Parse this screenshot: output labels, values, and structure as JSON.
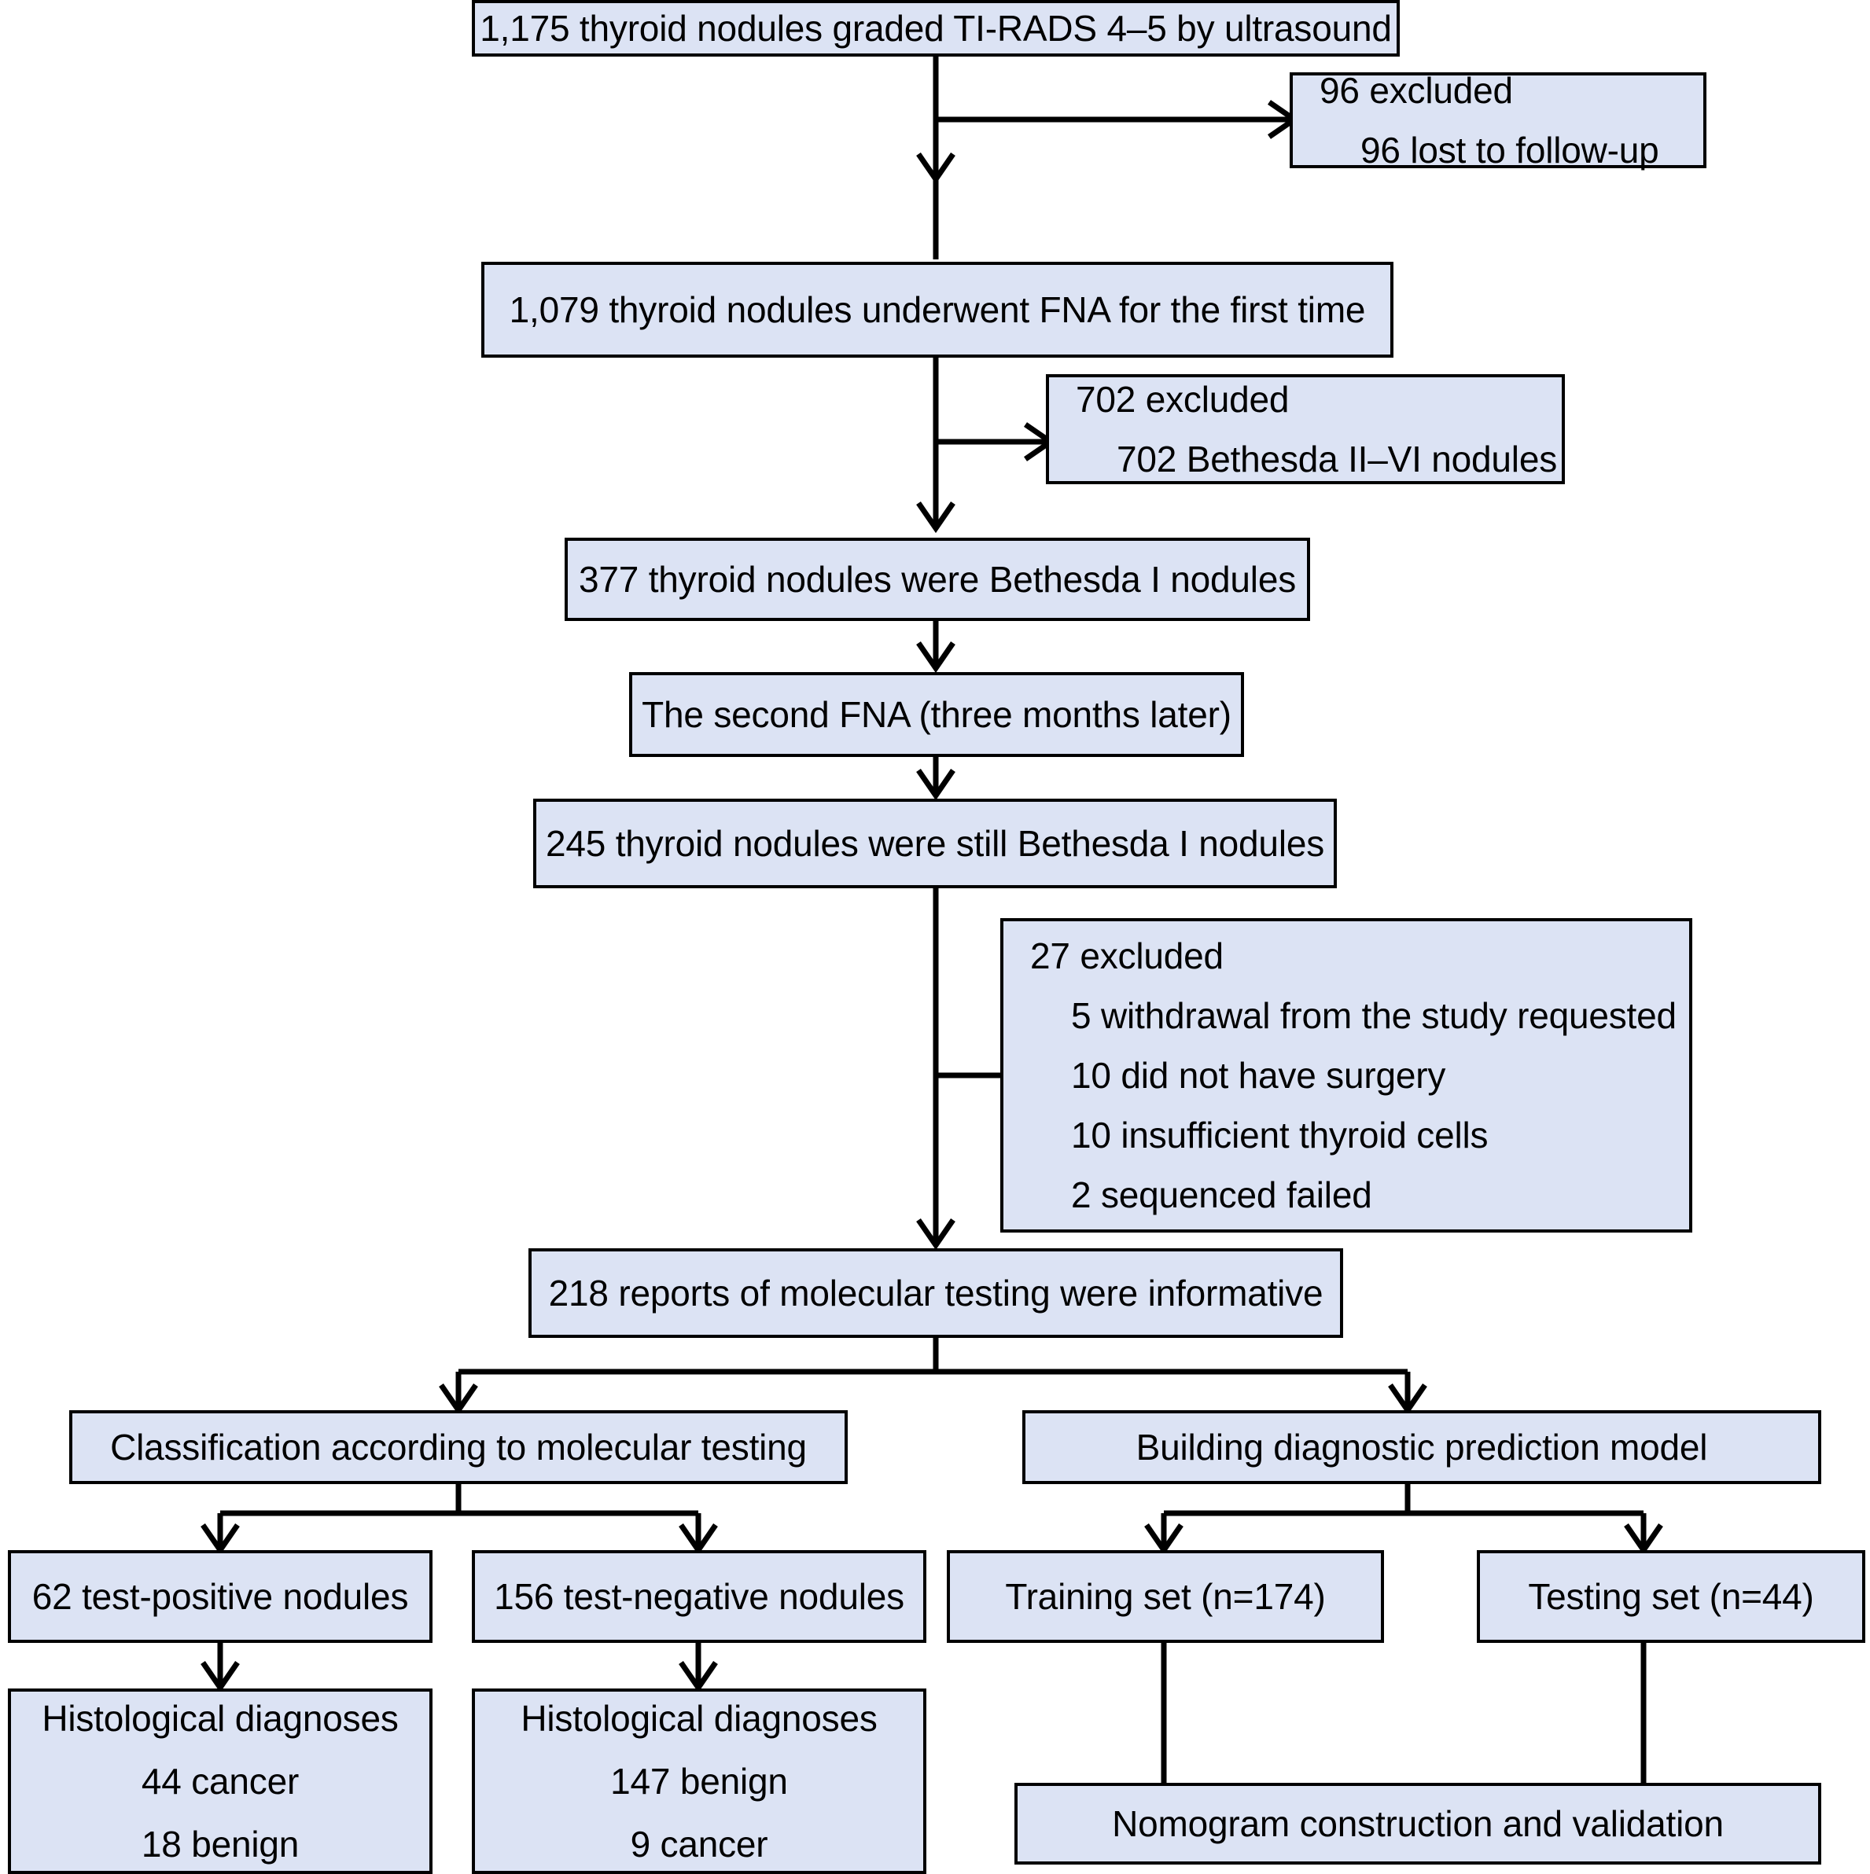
{
  "diagram": {
    "title": "Study flow diagram of thyroid nodule selection and molecular testing",
    "type": "flowchart",
    "box_fill_color": "#dce3f4",
    "box_border_color": "#000000",
    "connector_color": "#000000"
  },
  "nodes": {
    "n1_screened": {
      "text": "1,175 thyroid nodules graded TI-RADS 4–5 by ultrasound"
    },
    "n2_excluded_96": {
      "head": "96 excluded",
      "details": [
        "96 lost to follow-up"
      ]
    },
    "n3_fna_first": {
      "text": "1,079 thyroid nodules underwent FNA for the first time"
    },
    "n4_excluded_702": {
      "head": "702 excluded",
      "details": [
        "702 Bethesda II–VI nodules"
      ]
    },
    "n5_bethesda_i": {
      "text": "377 thyroid nodules were Bethesda I nodules"
    },
    "n6_second_fna": {
      "text": "The second FNA (three months later)"
    },
    "n7_still_bethesda_i": {
      "text": "245 thyroid nodules were still Bethesda I nodules"
    },
    "n8_excluded_27": {
      "head": "27 excluded",
      "details": [
        "5 withdrawal from the study requested",
        "10 did not have surgery",
        "10 insufficient thyroid cells",
        "2 sequenced failed"
      ]
    },
    "n9_informative": {
      "text": "218 reports of molecular testing were informative"
    },
    "n10_classification": {
      "text": "Classification according to molecular testing"
    },
    "n11_building_model": {
      "text": "Building diagnostic prediction model"
    },
    "n12_test_positive": {
      "text": "62 test-positive nodules"
    },
    "n13_test_negative": {
      "text": "156 test-negative nodules"
    },
    "n14_training_set": {
      "text": "Training set (n=174)"
    },
    "n15_testing_set": {
      "text": "Testing set (n=44)"
    },
    "n16_histology_positive": {
      "lines": [
        "Histological diagnoses",
        "44 cancer",
        "18 benign"
      ]
    },
    "n17_histology_negative": {
      "lines": [
        "Histological diagnoses",
        "147 benign",
        "9 cancer"
      ]
    },
    "n18_nomogram": {
      "text": "Nomogram construction and validation"
    }
  },
  "chart_data": {
    "type": "flow",
    "title": "Patient / nodule selection flow",
    "stages": [
      {
        "label": "1,175 thyroid nodules graded TI-RADS 4–5 by ultrasound",
        "n": 1175
      },
      {
        "label": "1,079 thyroid nodules underwent FNA for the first time",
        "n": 1079
      },
      {
        "label": "377 thyroid nodules were Bethesda I nodules",
        "n": 377
      },
      {
        "label": "The second FNA (three months later)",
        "n": null
      },
      {
        "label": "245 thyroid nodules were still Bethesda I nodules",
        "n": 245
      },
      {
        "label": "218 reports of molecular testing were informative",
        "n": 218
      }
    ],
    "exclusions": [
      {
        "after_stage": 1,
        "total": 96,
        "reasons": [
          {
            "label": "lost to follow-up",
            "n": 96
          }
        ]
      },
      {
        "after_stage": 2,
        "total": 702,
        "reasons": [
          {
            "label": "Bethesda II–VI nodules",
            "n": 702
          }
        ]
      },
      {
        "after_stage": 5,
        "total": 27,
        "reasons": [
          {
            "label": "withdrawal from the study requested",
            "n": 5
          },
          {
            "label": "did not have surgery",
            "n": 10
          },
          {
            "label": "insufficient thyroid cells",
            "n": 10
          },
          {
            "label": "sequenced failed",
            "n": 2
          }
        ]
      }
    ],
    "branches": [
      {
        "label": "Classification according to molecular testing",
        "children": [
          {
            "label": "62 test-positive nodules",
            "n": 62,
            "outcomes": [
              {
                "label": "cancer",
                "n": 44
              },
              {
                "label": "benign",
                "n": 18
              }
            ]
          },
          {
            "label": "156 test-negative nodules",
            "n": 156,
            "outcomes": [
              {
                "label": "benign",
                "n": 147
              },
              {
                "label": "cancer",
                "n": 9
              }
            ]
          }
        ]
      },
      {
        "label": "Building diagnostic prediction model",
        "children": [
          {
            "label": "Training set (n=174)",
            "n": 174
          },
          {
            "label": "Testing set (n=44)",
            "n": 44
          }
        ],
        "merge_to": "Nomogram construction and validation"
      }
    ]
  }
}
